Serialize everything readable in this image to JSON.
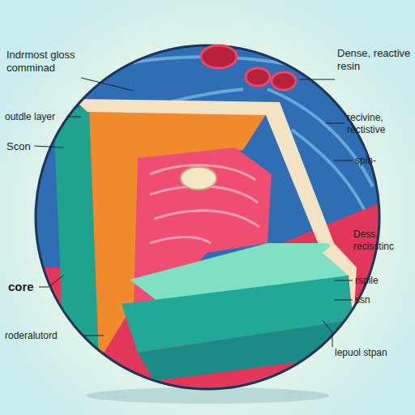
{
  "diagram": {
    "labels": [
      "Indrmost gloss comminad",
      "outdle layer",
      "Scon",
      "core",
      "roderalutord",
      "Dense, reactive resin",
      "recivine, rectistive",
      "spin-",
      "Dess, recisstinc",
      "rspile",
      "ssn",
      "lepuol stpan"
    ]
  }
}
